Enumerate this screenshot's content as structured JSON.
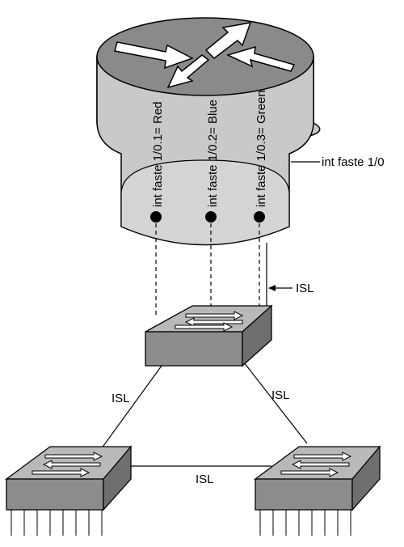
{
  "router": {
    "interface_label": "int faste 1/0",
    "subinterfaces": [
      {
        "label": "int faste 1/0.1= Red"
      },
      {
        "label": "int faste 1/0.2= Blue"
      },
      {
        "label": "int faste 1/0.3= Green"
      }
    ]
  },
  "links": {
    "trunk_to_router": "ISL",
    "left": "ISL",
    "right": "ISL",
    "bottom": "ISL"
  },
  "colors": {
    "router_body": "#c8c8c8",
    "router_top": "#8a8a8a",
    "switch_top": "#b9b9b9",
    "switch_front": "#8c8c8c",
    "switch_side": "#6f6f6f"
  }
}
